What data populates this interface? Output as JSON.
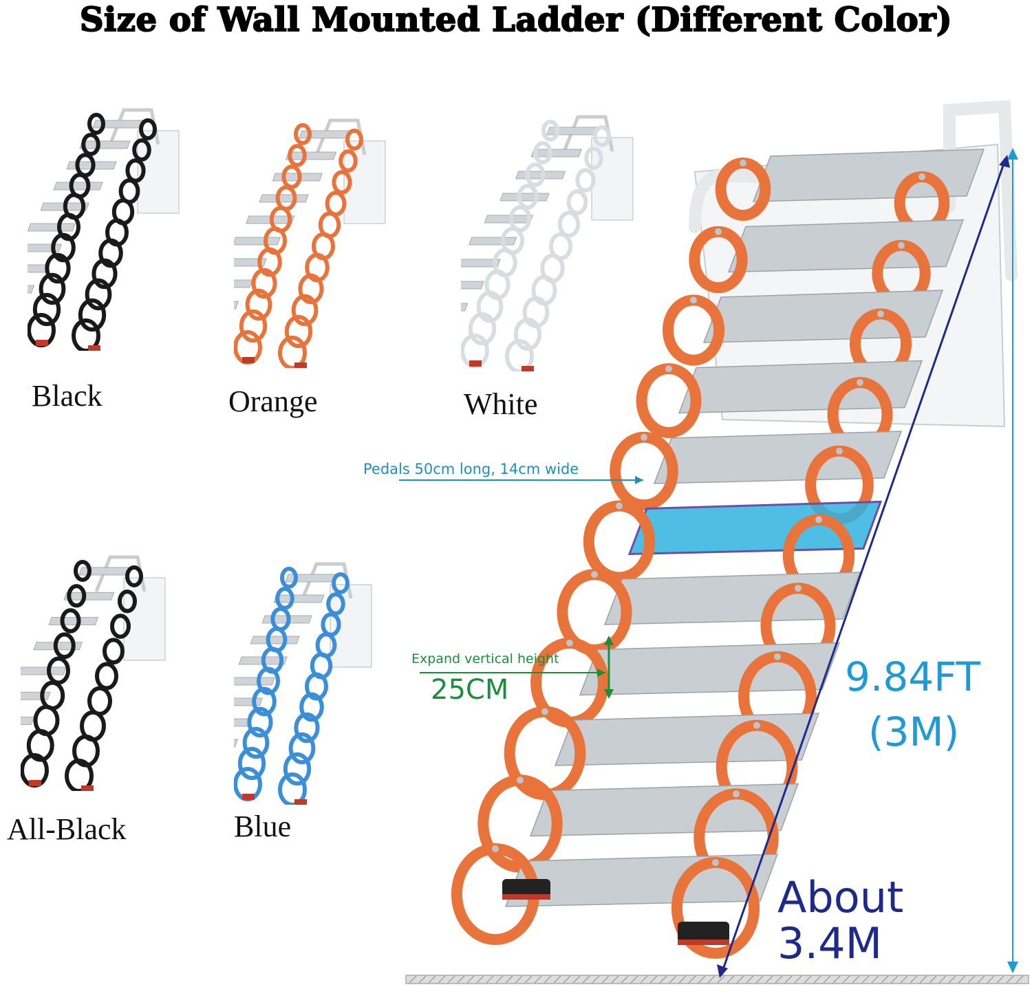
{
  "header": {
    "title": "Size of Wall Mounted Ladder (Different Color)"
  },
  "variants": [
    {
      "label": "Black",
      "color": "#1a1a1a"
    },
    {
      "label": "Orange",
      "color": "#e8743b"
    },
    {
      "label": "White",
      "color": "#d8dde2"
    },
    {
      "label": "All-Black",
      "color": "#1a1a1a"
    },
    {
      "label": "Blue",
      "color": "#3b8fd9"
    }
  ],
  "annotations": {
    "pedal": "Pedals 50cm long, 14cm wide",
    "expand_label": "Expand vertical height",
    "expand_value": "25CM",
    "height_ft": "9.84FT",
    "height_m": "(3M)",
    "length_line1": "About",
    "length_line2": "3.4M"
  },
  "colors": {
    "ladder_orange": "#e8743b",
    "step_silver": "#c9ced3",
    "pedal_highlight": "#2fb3e0",
    "height_blue": "#1e9ad6",
    "expand_green": "#1a8f3a",
    "length_navy": "#1e2a8a"
  }
}
